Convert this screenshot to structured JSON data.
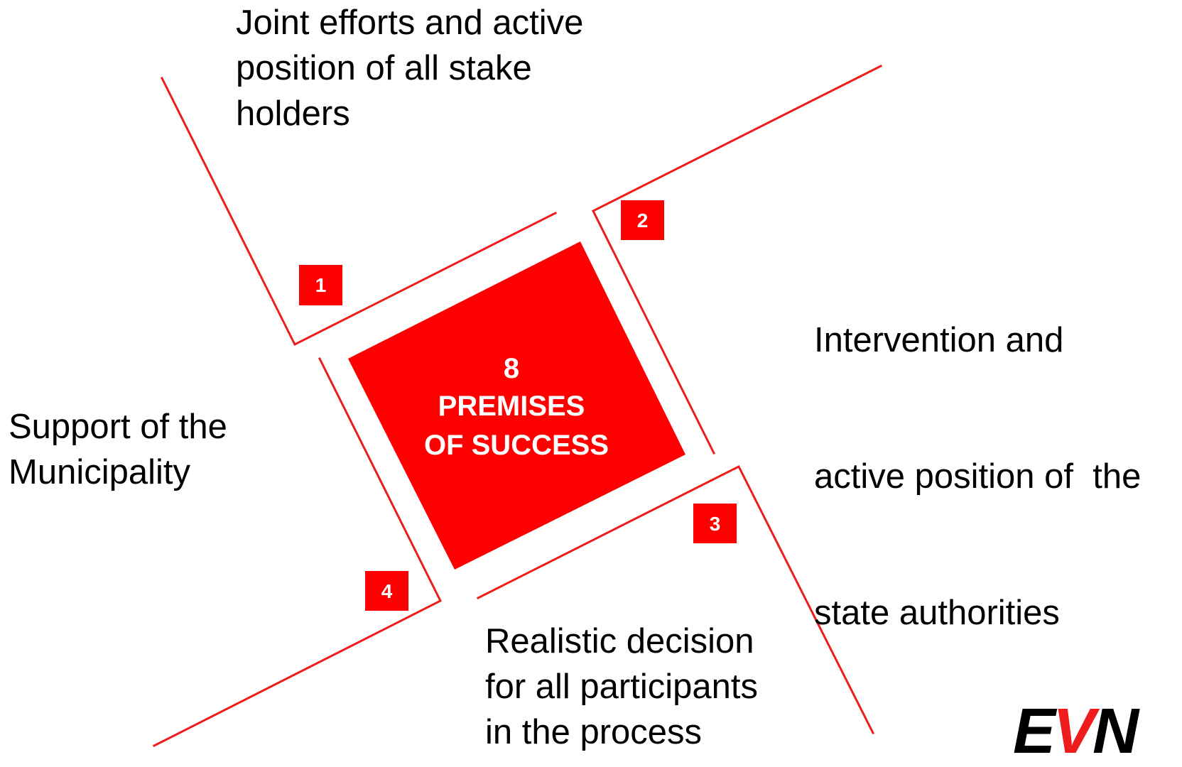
{
  "center": {
    "line1": "8",
    "line2": "PREMISES",
    "line3": "OF SUCCESS"
  },
  "premises": [
    {
      "number": "1",
      "lines": [
        "Joint efforts and active",
        "position of all stake",
        "holders"
      ]
    },
    {
      "number": "2",
      "lines": [
        "Intervention and",
        "active position of  the",
        "state authorities"
      ]
    },
    {
      "number": "3",
      "lines": [
        "Realistic decision",
        "for all participants",
        "in the process"
      ]
    },
    {
      "number": "4",
      "lines": [
        "Support of the",
        "Municipality"
      ]
    }
  ],
  "logo": {
    "text": "EVN",
    "part1": "E",
    "part2": "V",
    "part3": "N"
  },
  "colors": {
    "accent": "#ff0000",
    "line": "#ee1c1c",
    "text": "#000000"
  }
}
